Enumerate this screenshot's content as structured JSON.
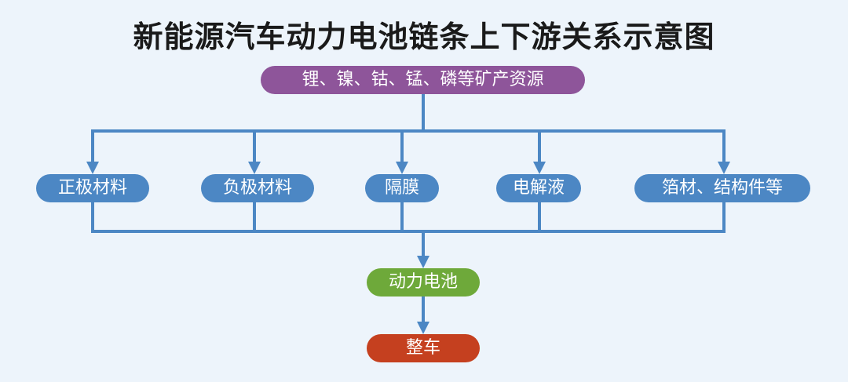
{
  "title": "新能源汽车动力电池链条上下游关系示意图",
  "colors": {
    "background": "#edf4fb",
    "connector": "#4c87c4",
    "source_node": "#8e559a",
    "material_node": "#4c87c4",
    "battery_node": "#6ea93a",
    "vehicle_node": "#c5401f"
  },
  "nodes": {
    "source": "锂、镍、钴、锰、磷等矿产资源",
    "materials": [
      "正极材料",
      "负极材料",
      "隔膜",
      "电解液",
      "箔材、结构件等"
    ],
    "battery": "动力电池",
    "vehicle": "整车"
  },
  "edges": [
    {
      "from": "锂、镍、钴、锰、磷等矿产资源",
      "to": "正极材料"
    },
    {
      "from": "锂、镍、钴、锰、磷等矿产资源",
      "to": "负极材料"
    },
    {
      "from": "锂、镍、钴、锰、磷等矿产资源",
      "to": "隔膜"
    },
    {
      "from": "锂、镍、钴、锰、磷等矿产资源",
      "to": "电解液"
    },
    {
      "from": "锂、镍、钴、锰、磷等矿产资源",
      "to": "箔材、结构件等"
    },
    {
      "from": "正极材料",
      "to": "动力电池"
    },
    {
      "from": "负极材料",
      "to": "动力电池"
    },
    {
      "from": "隔膜",
      "to": "动力电池"
    },
    {
      "from": "电解液",
      "to": "动力电池"
    },
    {
      "from": "箔材、结构件等",
      "to": "动力电池"
    },
    {
      "from": "动力电池",
      "to": "整车"
    }
  ]
}
